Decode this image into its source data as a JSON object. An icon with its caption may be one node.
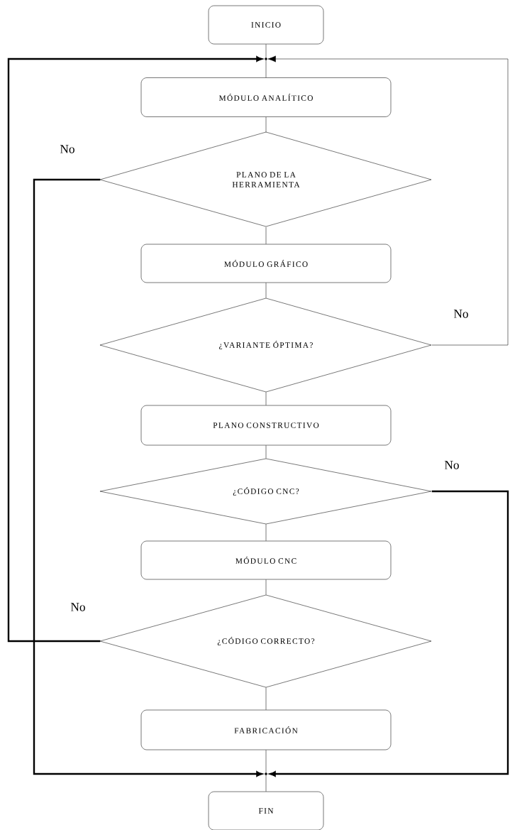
{
  "diagram": {
    "nodes": [
      {
        "text": [
          "INICIO"
        ]
      },
      {
        "text": [],
        "shape": "point"
      },
      {
        "text": [
          "MÓDULO ANALÍTICO"
        ]
      },
      {
        "text": [
          "PLANO DE LA HERRAMIENTA"
        ]
      },
      {
        "text": [
          "MÓDULO GRÁFICO"
        ]
      },
      {
        "text": [
          "¿VARIANTE ÓPTIMA?"
        ]
      },
      {
        "text": [
          "PLANO CONSTRUCTIVO"
        ]
      },
      {
        "text": [
          "¿CÓDIGO CNC?"
        ]
      },
      {
        "text": [
          "MÓDULO CNC"
        ]
      },
      {
        "text": [
          "¿CÓDIGO CORRECTO?"
        ]
      },
      {
        "text": [
          "FABRICACIÓN"
        ]
      },
      {
        "text": [],
        "shape": "point"
      },
      {
        "text": [
          "FIN"
        ]
      }
    ],
    "edges": [
      {
        "from": 0,
        "to": 1,
        "arrow": "none"
      },
      {
        "from": 1,
        "to": 2,
        "arrow": "none"
      },
      {
        "from": 2,
        "to": 3,
        "arrow": "none"
      },
      {
        "from": 3,
        "to": 4,
        "arrow": "none"
      },
      {
        "from": 4,
        "to": 5,
        "arrow": "none"
      },
      {
        "from": 5,
        "to": 6,
        "arrow": "none"
      },
      {
        "from": 6,
        "to": 7,
        "arrow": "none"
      },
      {
        "from": 7,
        "to": 8,
        "arrow": "none"
      },
      {
        "from": 8,
        "to": 9,
        "arrow": "none"
      },
      {
        "from": 9,
        "to": 10,
        "arrow": "none"
      },
      {
        "from": 10,
        "to": 11,
        "arrow": "none"
      },
      {
        "from": 11,
        "to": 12,
        "arrow": "none"
      },
      {
        "from": 3,
        "to": 11,
        "arrow": "to",
        "label": "No",
        "style": "thick"
      },
      {
        "from": 5,
        "to": 1,
        "arrow": "to",
        "label": "No"
      },
      {
        "from": 7,
        "to": 11,
        "arrow": "to",
        "label": "No",
        "style": "thick"
      },
      {
        "from": 9,
        "to": 1,
        "arrow": "to",
        "label": "No",
        "style": "thick"
      }
    ]
  }
}
